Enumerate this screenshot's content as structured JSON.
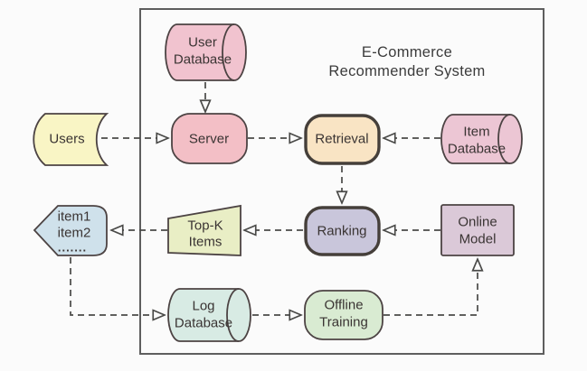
{
  "diagram": {
    "title": {
      "line1": "E-Commerce",
      "line2": "Recommender System"
    },
    "nodes": {
      "user_database": {
        "line1": "User",
        "line2": "Database"
      },
      "server": {
        "label": "Server"
      },
      "retrieval": {
        "label": "Retrieval"
      },
      "item_database": {
        "line1": "Item",
        "line2": "Database"
      },
      "users": {
        "label": "Users"
      },
      "output_items": {
        "line1": "item1",
        "line2": "item2",
        "line3": "......."
      },
      "topk_items": {
        "line1": "Top-K",
        "line2": "Items"
      },
      "ranking": {
        "label": "Ranking"
      },
      "online_model": {
        "line1": "Online",
        "line2": "Model"
      },
      "log_database": {
        "line1": "Log",
        "line2": "Database"
      },
      "offline_training": {
        "line1": "Offline",
        "line2": "Training"
      }
    },
    "colors": {
      "background": "#fbfbfb",
      "box_border": "#5e5e5e",
      "connector": "#4a4a48",
      "text": "#3a3433",
      "user_database": "#f1c3cf",
      "server": "#f3bfc6",
      "retrieval": "#f9e4c4",
      "item_database": "#ecc6d4",
      "users": "#f9f5c5",
      "output_items": "#cfe1eb",
      "topk_items": "#e9eec5",
      "ranking": "#c9c6db",
      "online_model": "#dbc9d8",
      "log_database": "#d8ebe4",
      "offline_training": "#d9ebd2"
    }
  }
}
